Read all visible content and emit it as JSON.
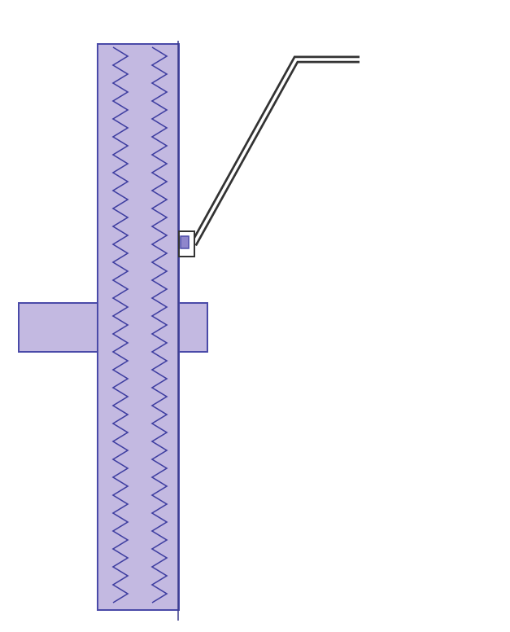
{
  "colors": {
    "background": "#ffffff",
    "panel_fill": "#c3b9e1",
    "panel_outline": "#4a4aa8",
    "zigzag_stroke": "#3e3ea0",
    "bracket_outline": "#333333",
    "bracket_fill": "#ffffff",
    "clip_fill": "#8f86cc"
  },
  "elements": {
    "wall_panel": "vertical-insulated-panel",
    "cross_beam": "horizontal-rail",
    "zigzag_lines": 2,
    "bracket": "angled-support-bracket"
  }
}
